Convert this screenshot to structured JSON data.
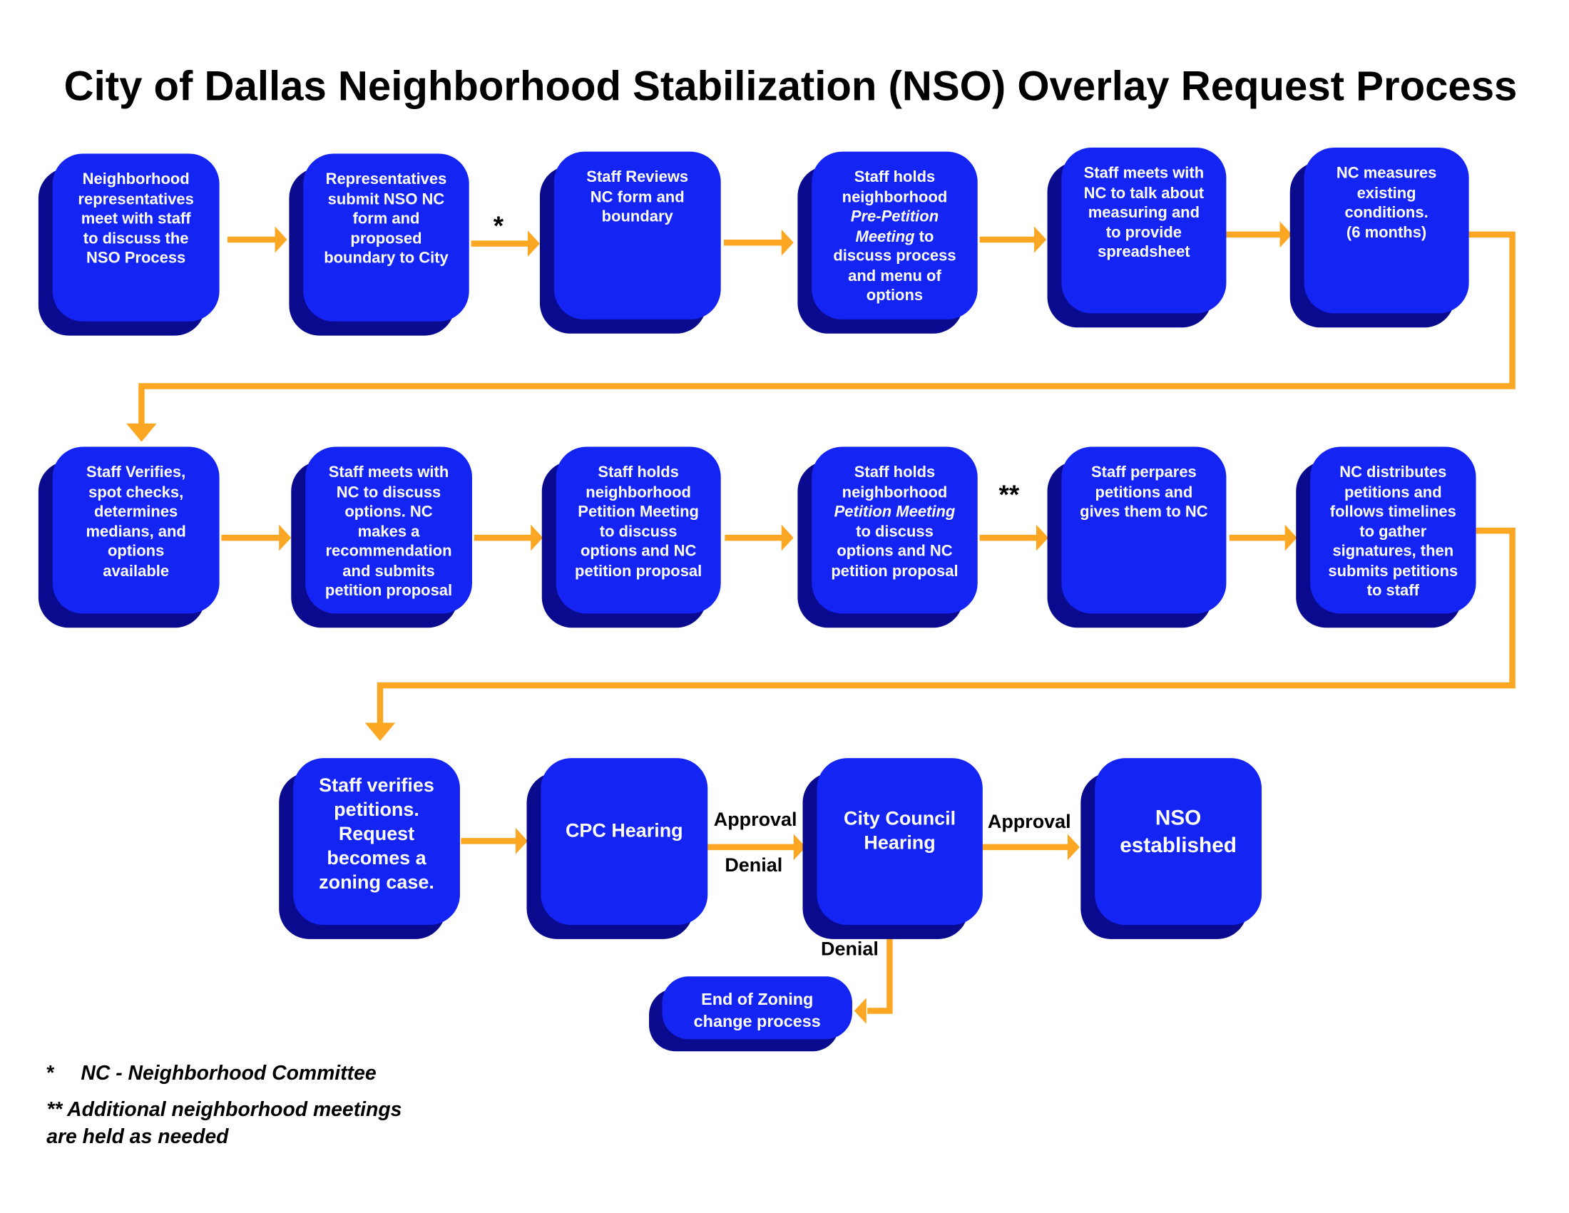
{
  "title": "City of Dallas Neighborhood Stabilization (NSO) Overlay Request Process",
  "row1": [
    "Neighborhood\nrepresentatives\nmeet with staff\nto discuss the\nNSO Process",
    "Representatives\nsubmit NSO NC\nform and\nproposed\nboundary to City",
    "Staff Reviews\nNC form and\nboundary",
    {
      "before": "Staff holds\nneighborhood\n",
      "italic": "Pre-Petition\nMeeting",
      "after": " to\ndiscuss  process\nand menu of\noptions"
    },
    "Staff meets with\nNC to talk about\nmeasuring and\nto provide\nspreadsheet",
    "NC measures\nexisting\nconditions.\n(6 months)"
  ],
  "row2": [
    "Staff Verifies,\nspot checks,\ndetermines\nmedians, and\noptions\navailable",
    "Staff meets with\nNC to discuss\noptions. NC\nmakes a\nrecommendation\nand submits\npetition proposal",
    "Staff holds\nneighborhood\nPetition Meeting\nto discuss\noptions and NC\npetition proposal",
    {
      "before": "Staff holds\nneighborhood\n",
      "italic": "Petition Meeting",
      "after": "\nto discuss\noptions and NC\npetition proposal"
    },
    "Staff perpares\npetitions and\ngives them to NC",
    "NC distributes\npetitions and\nfollows timelines\nto gather\nsignatures, then\nsubmits petitions\nto staff"
  ],
  "row3": [
    "Staff verifies\npetitions.\nRequest\nbecomes a\nzoning case.",
    "CPC Hearing",
    "City Council\nHearing",
    "NSO\nestablished"
  ],
  "end_box": "End of Zoning\nchange process",
  "labels": {
    "cpc_approval": "Approval",
    "cpc_denial": "Denial",
    "council_approval": "Approval",
    "council_denial": "Denial",
    "star1": "*",
    "star2": "**"
  },
  "notes": {
    "note1_marker": "*",
    "note1": "NC - Neighborhood Committee",
    "note2": "** Additional neighborhood meetings\nare held as needed"
  },
  "colors": {
    "box": "#1424f2",
    "shadow": "#0a0a8e",
    "arrow": "#fba723"
  }
}
